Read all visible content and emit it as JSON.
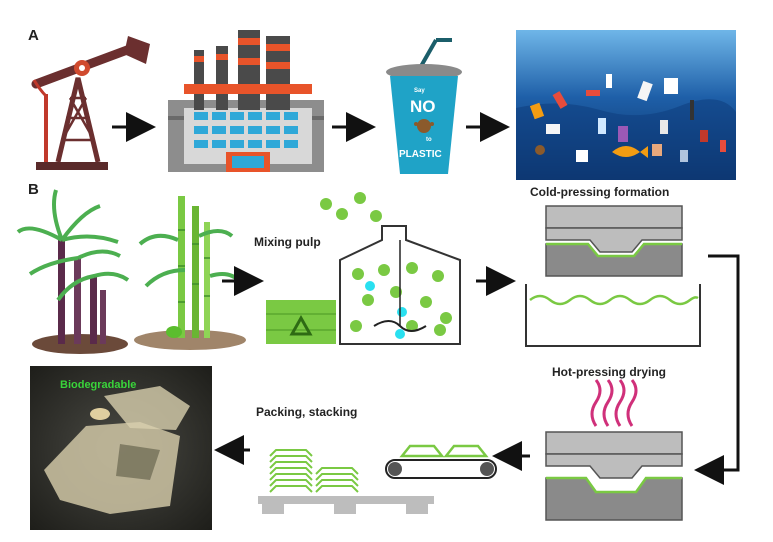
{
  "panels": {
    "a": {
      "label": "A"
    },
    "b": {
      "label": "B"
    }
  },
  "cup": {
    "line1": "Say",
    "line2": "NO",
    "line3": "to",
    "line4": "PLASTIC"
  },
  "steps": {
    "mixing": "Mixing pulp",
    "cold": "Cold-pressing formation",
    "hot": "Hot-pressing drying",
    "packing": "Packing, stacking",
    "bio": "Biodegradable"
  },
  "colors": {
    "ocean": "#1e5fa8",
    "green": "#7ac943",
    "cup": "#1fa3c7",
    "factory_orange": "#e8542a",
    "steam": "#d0307a"
  },
  "icons": {
    "oil": "oil-pumpjack-icon",
    "factory": "factory-icon",
    "cup": "plastic-cup-icon",
    "ocean": "ocean-pollution-icon",
    "recycle": "recycle-icon"
  }
}
